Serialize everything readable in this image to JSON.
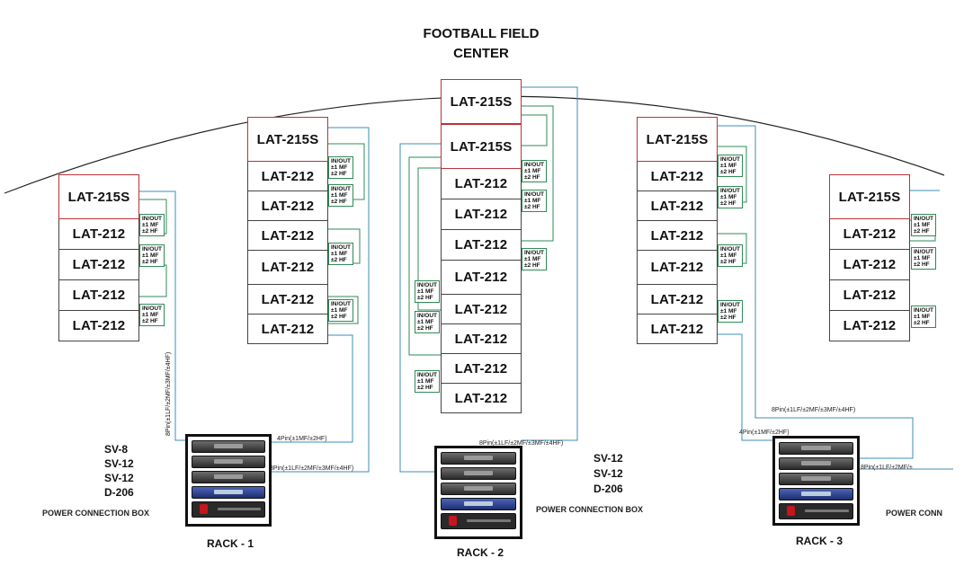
{
  "title": {
    "line1": "FOOTBALL FIELD",
    "line2": "CENTER"
  },
  "cabinets": {
    "sub": "LAT-215S",
    "top": "LAT-212"
  },
  "io_label": {
    "l1": "IN/OUT",
    "l2": "±1 MF",
    "l3": "±2 HF"
  },
  "cables": {
    "four_pin": "4Pin(±1MF/±2HF)",
    "eight_pin": "8Pin(±1LF/±2MF/±3MF/±4HF)",
    "eight_pin_cut": "8Pin(±1LF/±2MF/±"
  },
  "racks": [
    {
      "name": "RACK - 1",
      "amps": [
        "SV-8",
        "SV-12",
        "SV-12",
        "D-206"
      ],
      "pcb": "POWER CONNECTION BOX"
    },
    {
      "name": "RACK - 2",
      "amps": [
        "SV-12",
        "SV-12",
        "D-206"
      ],
      "pcb": "POWER CONNECTION BOX"
    },
    {
      "name": "RACK - 3",
      "amps": [],
      "pcb": "POWER CONN"
    }
  ],
  "colors": {
    "wire": "#3a8fb7",
    "io_border": "#2e8b57",
    "sub_border": "#b8333a"
  }
}
